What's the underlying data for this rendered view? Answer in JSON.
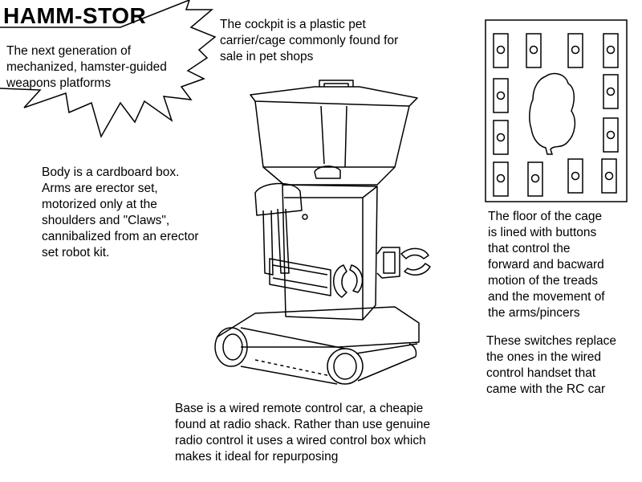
{
  "title": "HAMM-STOR",
  "tagline": "The next generation of\nmechanized, hamster-guided\nweapons platforms",
  "notes": {
    "cockpit": "The cockpit is a plastic pet\ncarrier/cage commonly found for\nsale in pet shops",
    "body": "Body is a cardboard box.\nArms are erector set,\nmotorized only at the\nshoulders and \"Claws\",\ncannibalized from an erector\nset robot kit.",
    "floor": "The floor of the cage\nis lined with buttons\nthat control the\nforward and bacward\nmotion of the treads\nand the movement of\nthe arms/pincers",
    "switches": "These switches replace\nthe ones in the wired\ncontrol handset that\ncame with the RC car",
    "base": "Base is a wired remote control car, a cheapie\nfound at radio shack. Rather than use genuine\nradio control it uses a wired control box which\nmakes it ideal for repurposing"
  },
  "colors": {
    "ink": "#000000",
    "background": "#ffffff"
  }
}
